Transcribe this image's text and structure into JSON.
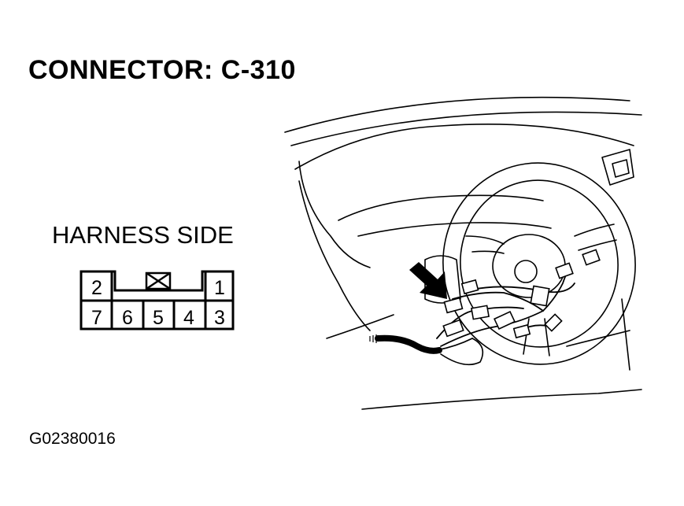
{
  "title": "CONNECTOR: C-310",
  "harness_label": "HARNESS SIDE",
  "figure_code": "G02380016",
  "connector": {
    "top_row_pins": [
      "2",
      "1"
    ],
    "bottom_row_pins": [
      "7",
      "6",
      "5",
      "4",
      "3"
    ],
    "empty_cavity_icon": "x-box-icon"
  },
  "illustration": {
    "subject": "steering-wheel-dashboard",
    "pointer": "arrow-icon"
  }
}
